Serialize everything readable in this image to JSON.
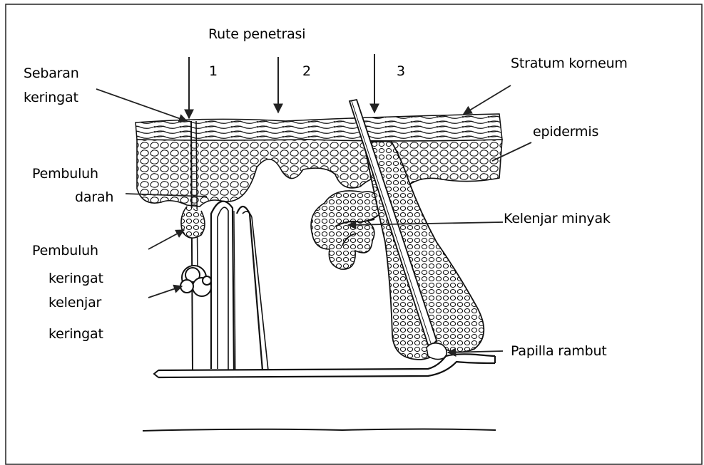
{
  "diagram": {
    "title": "Rute penetrasi",
    "route_numbers": [
      "1",
      "2",
      "3"
    ],
    "labels": {
      "sebaran_keringat": [
        "Sebaran",
        "keringat"
      ],
      "pembuluh_darah": [
        "Pembuluh",
        "darah"
      ],
      "pembuluh_keringat": [
        "Pembuluh",
        "keringat"
      ],
      "kelenjar_keringat": [
        "kelenjar",
        "keringat"
      ],
      "stratum_korneum": "Stratum korneum",
      "epidermis": "epidermis",
      "kelenjar_minyak": "Kelenjar minyak",
      "papilla_rambut": "Papilla rambut"
    }
  }
}
